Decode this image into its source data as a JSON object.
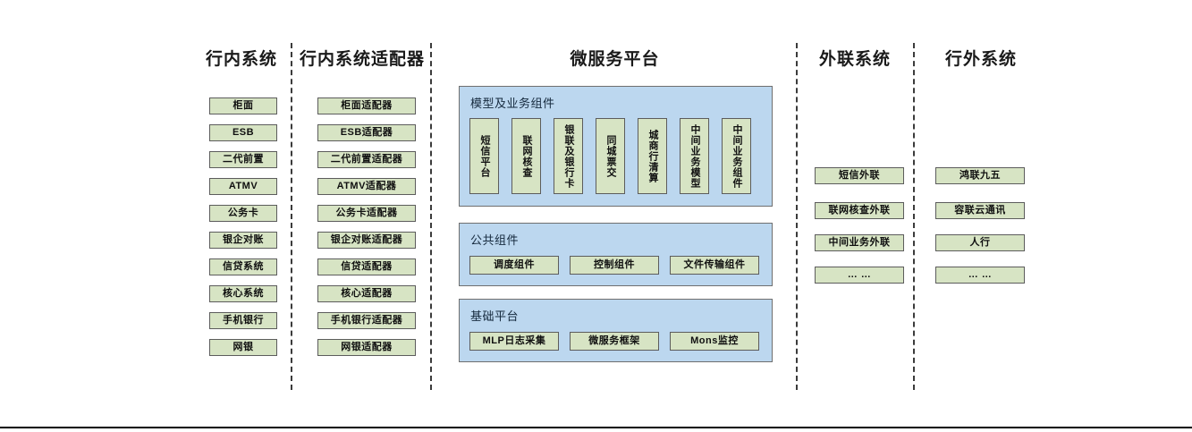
{
  "diagram": {
    "background_color": "#ffffff",
    "node_fill_color": "#d7e4c4",
    "node_border_color": "#5c5c5c",
    "panel_fill_color": "#bcd7ef",
    "panel_border_color": "#6f6f6f",
    "separator_color": "#3b3b3b"
  },
  "columns": [
    {
      "id": "intra-bank-systems",
      "title": "行内系统",
      "nodes": [
        "柜面",
        "ESB",
        "二代前置",
        "ATMV",
        "公务卡",
        "银企对账",
        "信贷系统",
        "核心系统",
        "手机银行",
        "网银"
      ]
    },
    {
      "id": "intra-bank-adapters",
      "title": "行内系统适配器",
      "nodes": [
        "柜面适配器",
        "ESB适配器",
        "二代前置适配器",
        "ATMV适配器",
        "公务卡适配器",
        "银企对账适配器",
        "信贷适配器",
        "核心适配器",
        "手机银行适配器",
        "网银适配器"
      ]
    },
    {
      "id": "microservice-platform",
      "title": "微服务平台",
      "panels": [
        {
          "id": "model-business-components",
          "title": "模型及业务组件",
          "orientation": "vertical",
          "nodes": [
            "短信平台",
            "联网核查",
            "银联及银行卡",
            "同城票交",
            "城商行清算",
            "中间业务模型",
            "中间业务组件"
          ]
        },
        {
          "id": "public-components",
          "title": "公共组件",
          "orientation": "horizontal",
          "nodes": [
            "调度组件",
            "控制组件",
            "文件传输组件"
          ]
        },
        {
          "id": "base-platform",
          "title": "基础平台",
          "orientation": "horizontal",
          "nodes": [
            "MLP日志采集",
            "微服务框架",
            "Mons监控"
          ]
        }
      ]
    },
    {
      "id": "external-link-systems",
      "title": "外联系统",
      "nodes": [
        "短信外联",
        "联网核查外联",
        "中间业务外联",
        "… …"
      ]
    },
    {
      "id": "off-bank-systems",
      "title": "行外系统",
      "nodes": [
        "鸿联九五",
        "容联云通讯",
        "人行",
        "… …"
      ]
    }
  ]
}
